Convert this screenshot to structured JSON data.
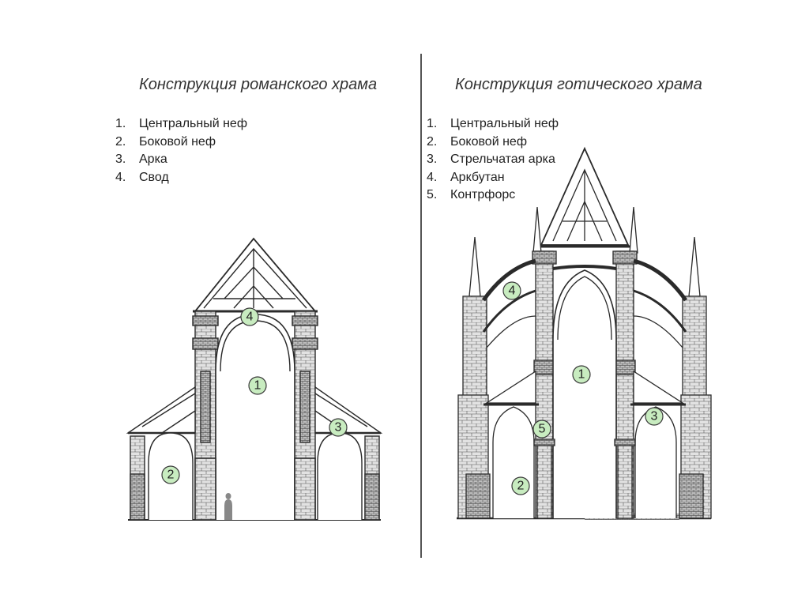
{
  "romanesque": {
    "title": "Конструкция романского храма",
    "items": [
      {
        "num": "1.",
        "label": "Центральный неф"
      },
      {
        "num": "2.",
        "label": "Боковой неф"
      },
      {
        "num": "3.",
        "label": "Арка"
      },
      {
        "num": "4.",
        "label": "Свод"
      }
    ],
    "markers": [
      "1",
      "2",
      "3",
      "4"
    ]
  },
  "gothic": {
    "title": "Конструкция готического храма",
    "items": [
      {
        "num": "1.",
        "label": "Центральный неф"
      },
      {
        "num": "2.",
        "label": "Боковой неф"
      },
      {
        "num": "3.",
        "label": "Стрельчатая арка"
      },
      {
        "num": "4.",
        "label": "Аркбутан"
      },
      {
        "num": "5.",
        "label": "Контрфорс"
      }
    ],
    "markers": [
      "1",
      "2",
      "3",
      "4",
      "5"
    ]
  },
  "colors": {
    "marker_fill": "#c8ecc0",
    "line": "#2a2a2a",
    "masonry": "#d8d8d8"
  }
}
